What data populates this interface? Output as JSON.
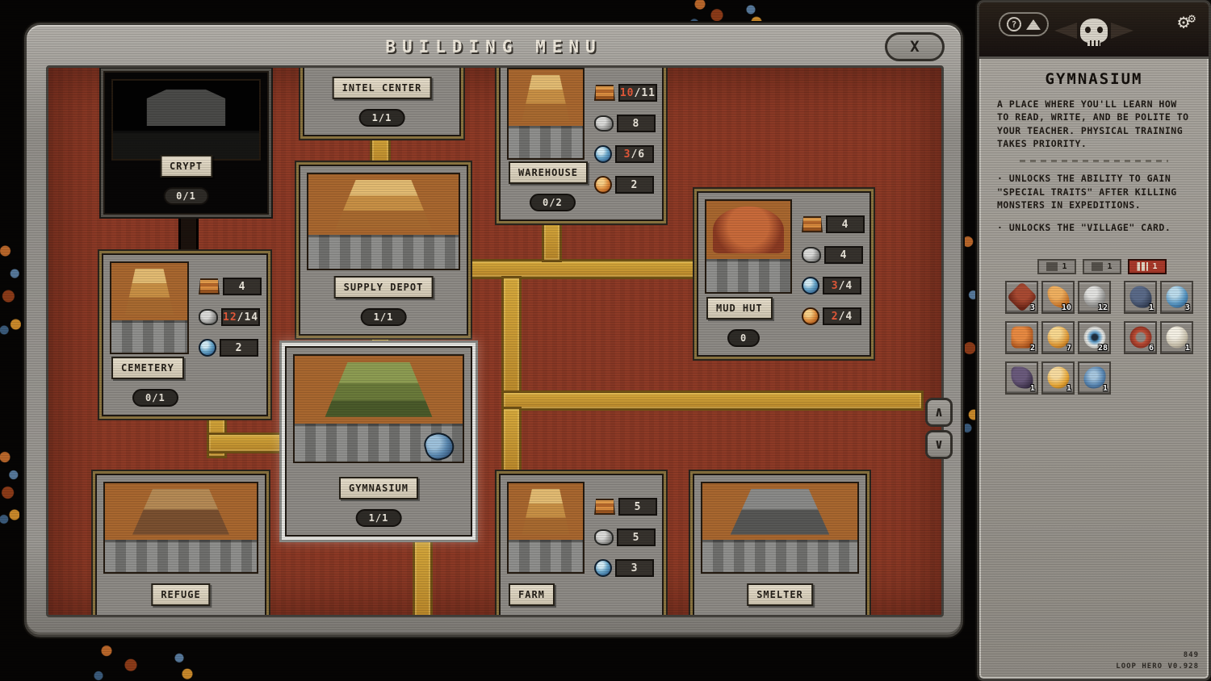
{
  "header": {
    "title": "BUILDING MENU",
    "close_glyph": "X"
  },
  "scroll": {
    "up": "∧",
    "down": "∨"
  },
  "buildings": [
    {
      "name": "CRYPT",
      "count": "0/1"
    },
    {
      "name": "INTEL CENTER",
      "count": "1/1"
    },
    {
      "name": "WAREHOUSE",
      "count": "0/2",
      "costs": [
        {
          "red": "10",
          "rest": "/11"
        },
        {
          "red": "",
          "rest": "8"
        },
        {
          "red": "3",
          "rest": "/6"
        },
        {
          "red": "",
          "rest": "2"
        }
      ]
    },
    {
      "name": "CEMETERY",
      "count": "0/1",
      "costs": [
        {
          "red": "",
          "rest": "4"
        },
        {
          "red": "12",
          "rest": "/14"
        },
        {
          "red": "",
          "rest": "2"
        }
      ]
    },
    {
      "name": "SUPPLY DEPOT",
      "count": "1/1"
    },
    {
      "name": "MUD HUT",
      "count": "0",
      "costs": [
        {
          "red": "",
          "rest": "4"
        },
        {
          "red": "",
          "rest": "4"
        },
        {
          "red": "3",
          "rest": "/4"
        },
        {
          "red": "2",
          "rest": "/4"
        }
      ]
    },
    {
      "name": "GYMNASIUM",
      "count": "1/1"
    },
    {
      "name": "REFUGE"
    },
    {
      "name": "FARM",
      "costs": [
        {
          "red": "",
          "rest": "5"
        },
        {
          "red": "",
          "rest": "5"
        },
        {
          "red": "",
          "rest": "3"
        }
      ]
    },
    {
      "name": "SMELTER"
    }
  ],
  "sidebar": {
    "help_glyph": "?",
    "gear_glyph": "⚙",
    "title": "GYMNASIUM",
    "description": "A PLACE WHERE YOU'LL LEARN HOW TO READ, WRITE, AND BE POLITE TO YOUR TEACHER. PHYSICAL TRAINING TAKES PRIORITY.",
    "bullet1": "· UNLOCKS THE ABILITY TO GAIN \"SPECIAL TRAITS\" AFTER KILLING MONSTERS IN EXPEDITIONS.",
    "bullet2": "· UNLOCKS THE \"VILLAGE\" CARD.",
    "tabs": [
      {
        "count": "1"
      },
      {
        "count": "1"
      },
      {
        "count": "1"
      }
    ],
    "resources": [
      {
        "count": "3"
      },
      {
        "count": "10"
      },
      {
        "count": "12"
      },
      {
        "count": "1"
      },
      {
        "count": "3"
      },
      {
        "count": "2"
      },
      {
        "count": "7"
      },
      {
        "count": "28"
      },
      {
        "count": "6"
      },
      {
        "count": "1"
      },
      {
        "count": "1"
      },
      {
        "count": "1"
      },
      {
        "count": "1"
      }
    ],
    "build_number": "849",
    "version": "LOOP HERO V0.928"
  }
}
